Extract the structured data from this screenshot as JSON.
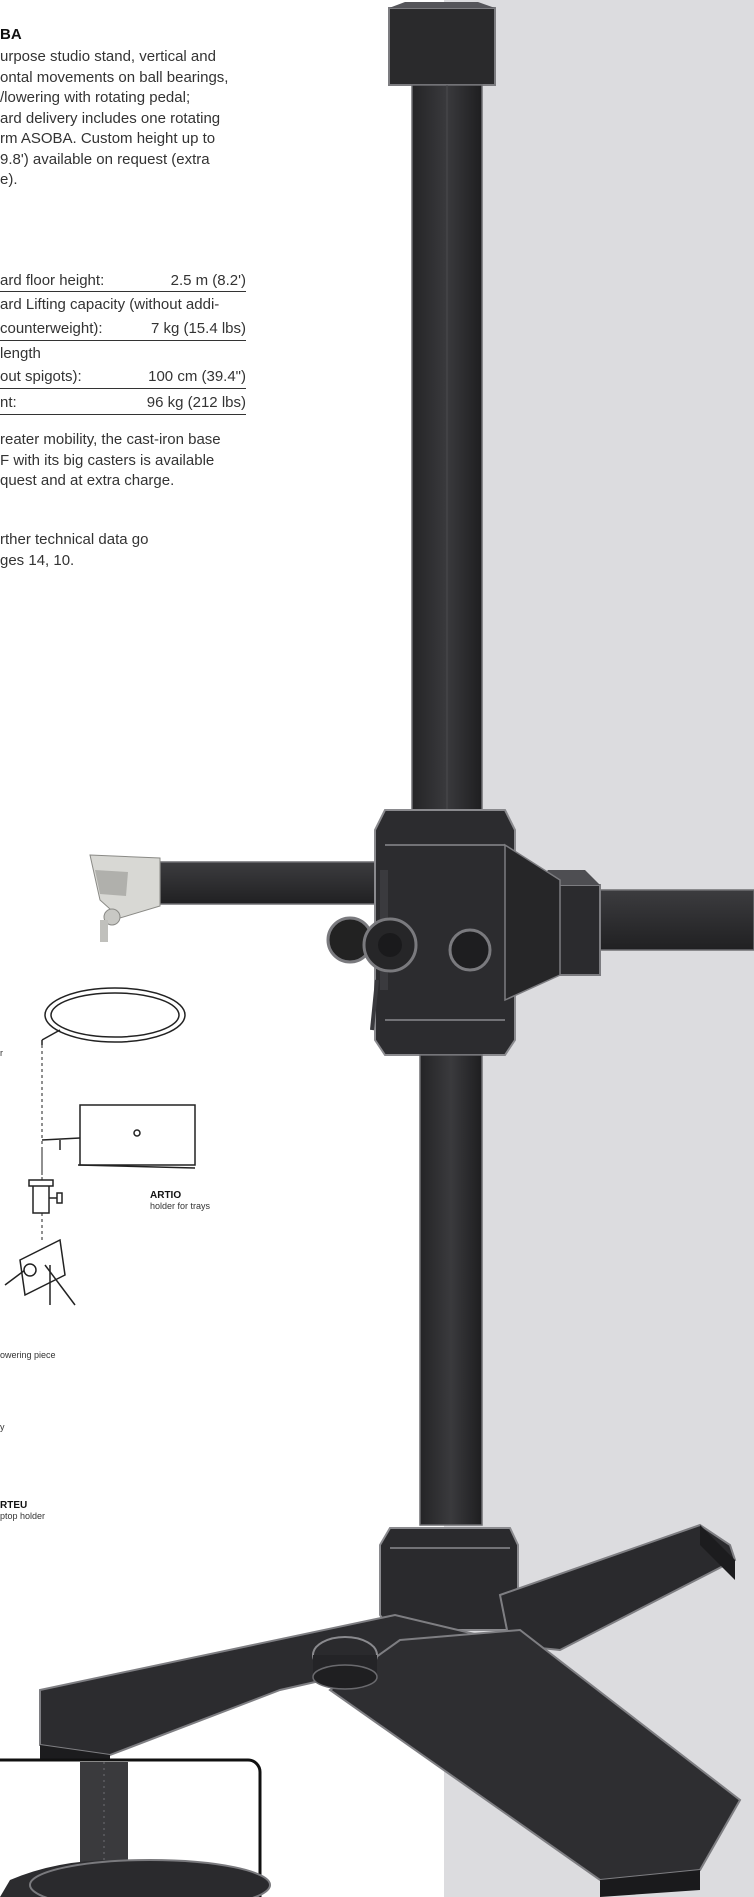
{
  "product": {
    "title": "BA",
    "intro": "urpose studio stand, vertical and\nontal movements on ball bearings,\n/lowering with rotating pedal;\nard delivery includes one rotating\nrm ASOBA. Custom height up to\n9.8') available on request (extra\ne)."
  },
  "specs": [
    {
      "label": "ard floor height:",
      "value": "2.5 m (8.2')"
    },
    {
      "label": "ard Lifting capacity (without addi-",
      "value": ""
    },
    {
      "label": " counterweight):",
      "value": "7 kg (15.4 lbs)"
    },
    {
      "label": " length",
      "value": ""
    },
    {
      "label": "out spigots):",
      "value": "100 cm (39.4\")"
    },
    {
      "label": "nt:",
      "value": "96 kg (212 lbs)"
    }
  ],
  "mobility_note": "reater mobility, the cast-iron base\nF with its big casters is available\nquest and at extra charge.",
  "tech_note": "rther technical data go\nges 14, 10.",
  "accessories": {
    "artio_name": "ARTIO",
    "artio_desc": "holder for trays",
    "lowering_desc": "owering piece",
    "y_label": "y",
    "arteu_name": "RTEU",
    "arteu_desc": "ptop holder",
    "r_label": "r"
  },
  "colors": {
    "panel": "#dcdcdf",
    "stand": "#2e2e30",
    "edge": "#8a8a8c"
  }
}
